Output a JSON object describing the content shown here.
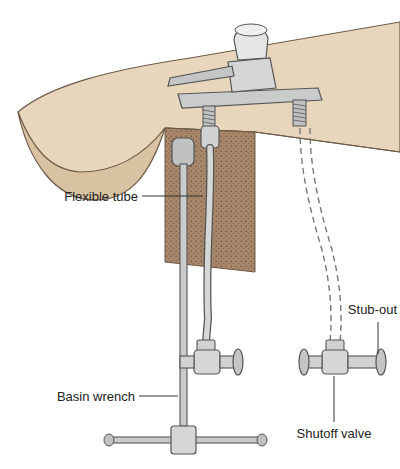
{
  "diagram": {
    "labels": [
      "Flexible tube",
      "Basin wrench",
      "Stub-out",
      "Shutoff valve"
    ]
  }
}
